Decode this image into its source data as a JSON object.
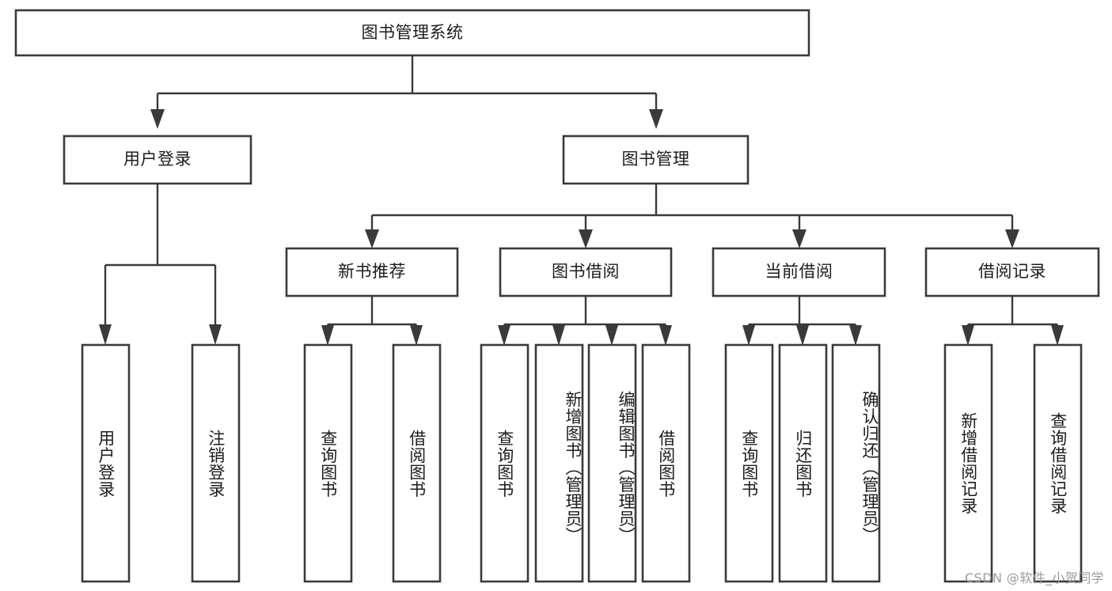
{
  "diagram": {
    "type": "tree-hierarchy",
    "title": "图书管理系统",
    "orientation": "top-down",
    "colors": {
      "box_fill": "#ffffff",
      "box_stroke": "#3a3a3a",
      "text": "#1c1c1c",
      "background": "#ffffff",
      "watermark": "#9a9a9a"
    },
    "levels": {
      "root": {
        "label": "图书管理系统"
      },
      "level2": [
        {
          "label": "用户登录"
        },
        {
          "label": "图书管理"
        }
      ],
      "level3": [
        {
          "label": "新书推荐"
        },
        {
          "label": "图书借阅"
        },
        {
          "label": "当前借阅"
        },
        {
          "label": "借阅记录"
        }
      ],
      "leaves": {
        "user_login": [
          {
            "label": "用户登录"
          },
          {
            "label": "注销登录"
          }
        ],
        "new_book_recommend": [
          {
            "label": "查询图书"
          },
          {
            "label": "借阅图书"
          }
        ],
        "book_borrow": [
          {
            "label": "查询图书"
          },
          {
            "label": "新增图书（管理员）"
          },
          {
            "label": "编辑图书（管理员）"
          },
          {
            "label": "借阅图书"
          }
        ],
        "current_borrow": [
          {
            "label": "查询图书"
          },
          {
            "label": "归还图书"
          },
          {
            "label": "确认归还（管理员）"
          }
        ],
        "borrow_record": [
          {
            "label": "新增借阅记录"
          },
          {
            "label": "查询借阅记录"
          }
        ]
      }
    },
    "watermark": "CSDN @软件_小贺同学"
  }
}
